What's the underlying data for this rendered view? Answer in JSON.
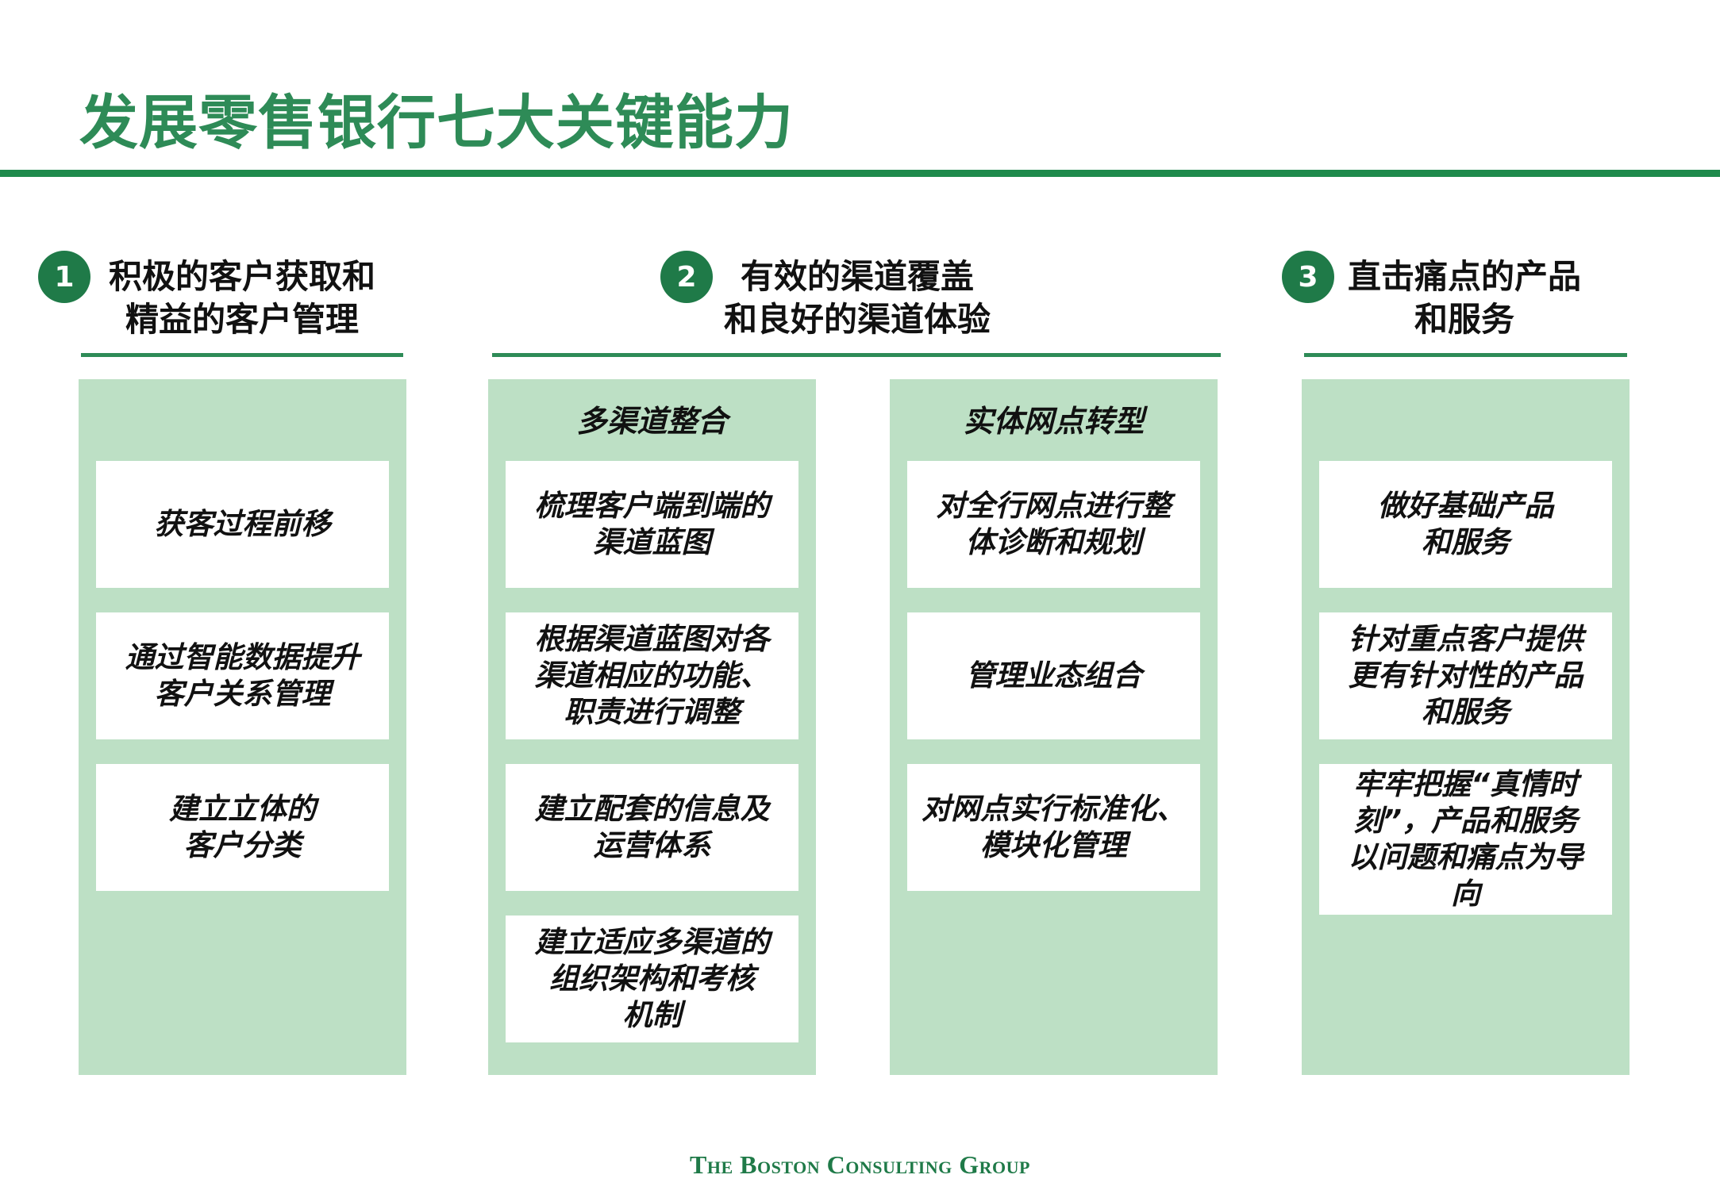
{
  "title": "发展零售银行七大关键能力",
  "capabilities": [
    {
      "number": "1",
      "heading_line1": "积极的客户获取和",
      "heading_line2": "精益的客户管理",
      "columns": [
        {
          "subtitle": "",
          "items": [
            "获客过程前移",
            "通过智能数据提升\n客户关系管理",
            "建立立体的\n客户分类"
          ]
        }
      ]
    },
    {
      "number": "2",
      "heading_line1": "有效的渠道覆盖",
      "heading_line2": "和良好的渠道体验",
      "columns": [
        {
          "subtitle": "多渠道整合",
          "items": [
            "梳理客户端到端的\n渠道蓝图",
            "根据渠道蓝图对各\n渠道相应的功能、\n职责进行调整",
            "建立配套的信息及\n运营体系",
            "建立适应多渠道的\n组织架构和考核\n机制"
          ]
        },
        {
          "subtitle": "实体网点转型",
          "items": [
            "对全行网点进行整\n体诊断和规划",
            "管理业态组合",
            "对网点实行标准化、\n模块化管理"
          ]
        }
      ]
    },
    {
      "number": "3",
      "heading_line1": "直击痛点的产品",
      "heading_line2": "和服务",
      "columns": [
        {
          "subtitle": "",
          "items": [
            "做好基础产品\n和服务",
            "针对重点客户提供\n更有针对性的产品\n和服务",
            "牢牢把握“真情时\n刻”，产品和服务\n以问题和痛点为导\n向"
          ]
        }
      ]
    }
  ],
  "footer": "The Boston Consulting Group",
  "colors": {
    "accent": "#1f7a48",
    "title": "#2e8b57",
    "panel": "#bde0c5"
  }
}
